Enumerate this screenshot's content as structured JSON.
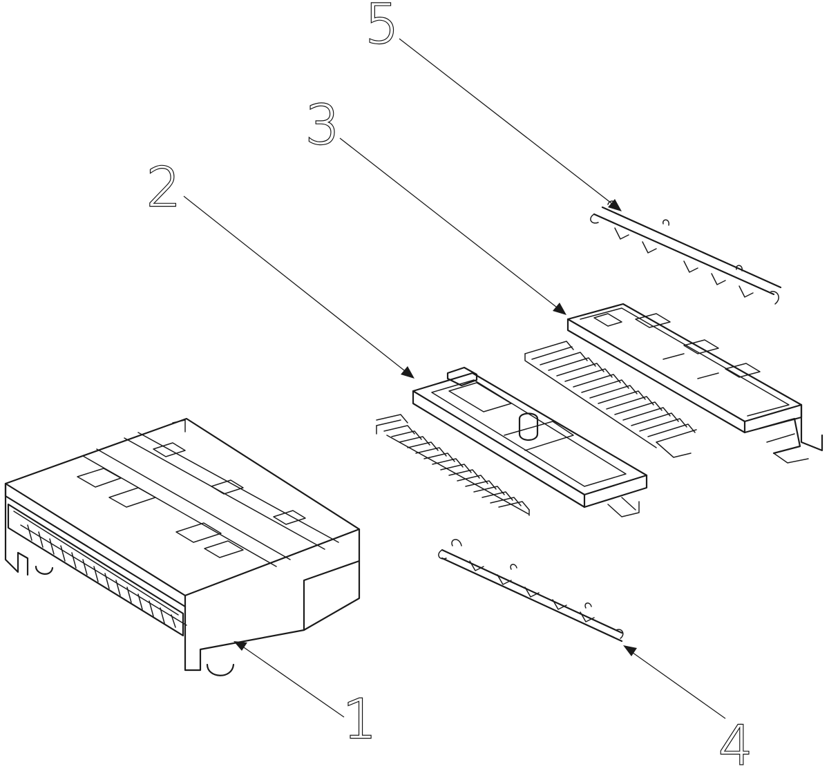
{
  "figure": {
    "callouts": [
      {
        "id": "1",
        "label": "1",
        "part": "housing"
      },
      {
        "id": "2",
        "label": "2",
        "part": "lower-terminal-module"
      },
      {
        "id": "3",
        "label": "3",
        "part": "upper-terminal-module"
      },
      {
        "id": "4",
        "label": "4",
        "part": "lower-ground-strip"
      },
      {
        "id": "5",
        "label": "5",
        "part": "upper-ground-strip"
      }
    ]
  }
}
